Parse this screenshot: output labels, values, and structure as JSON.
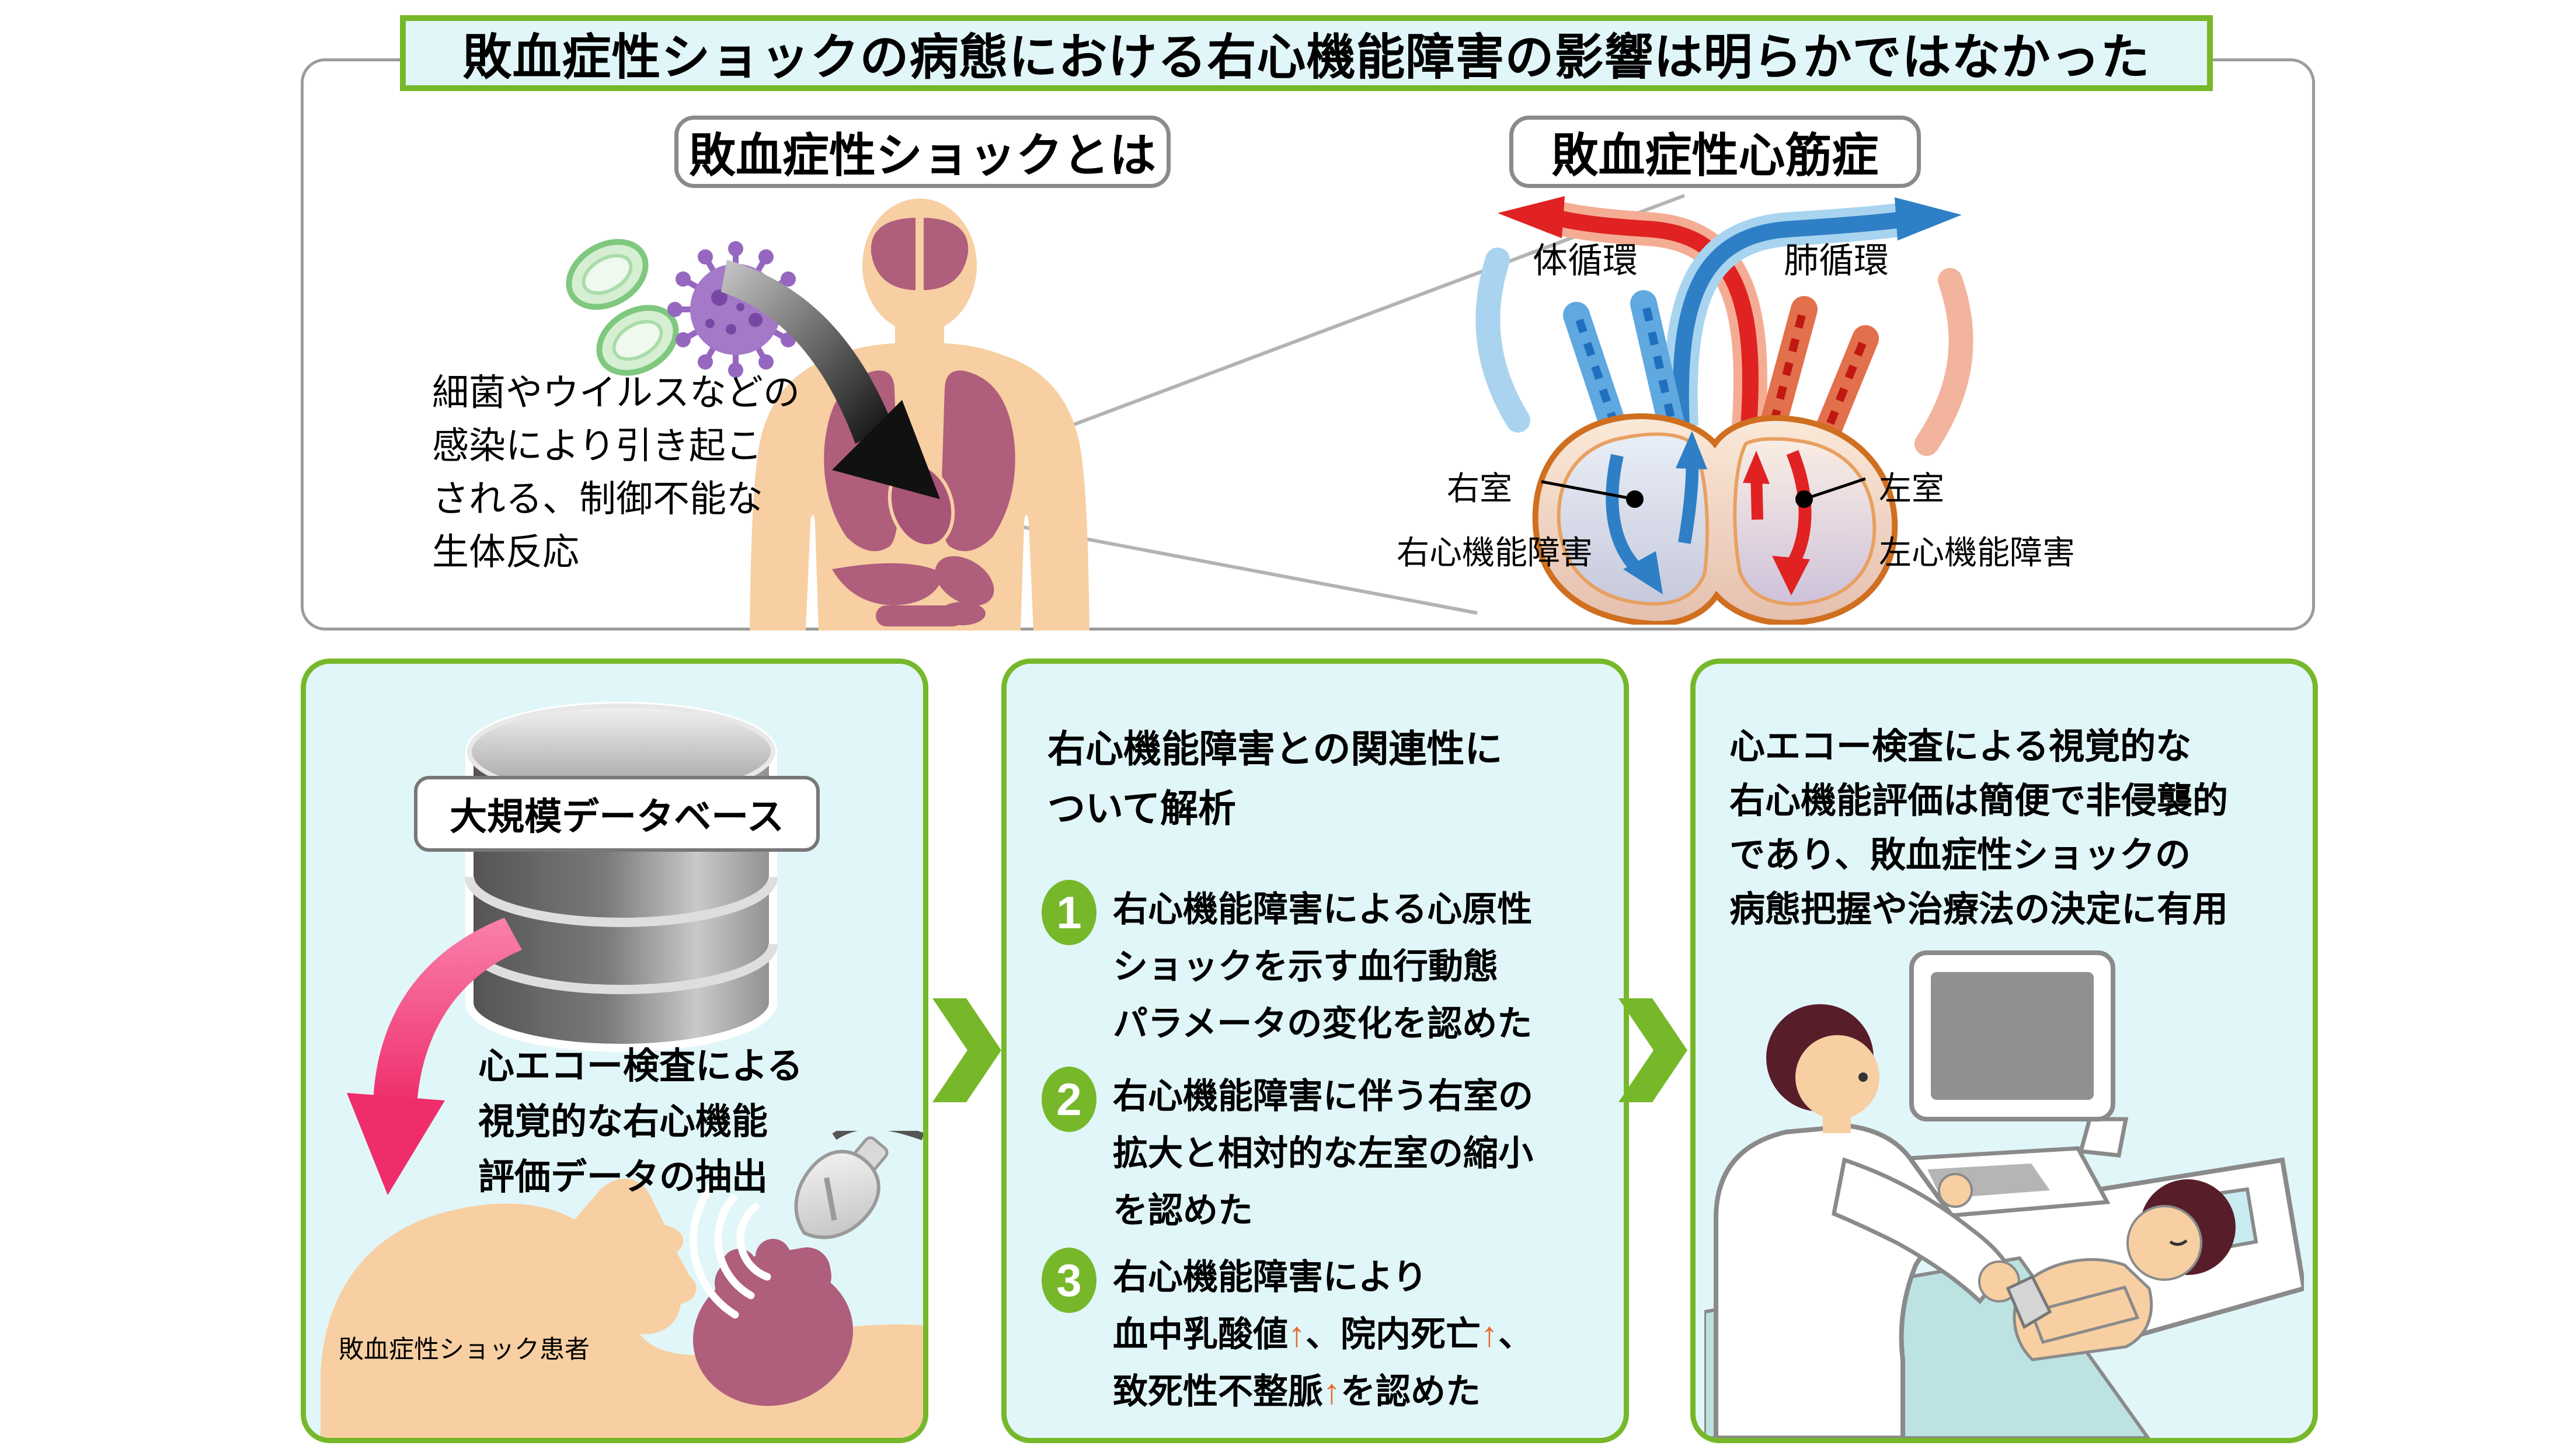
{
  "title": "敗血症性ショックの病態における右心機能障害の影響は明らかではなかった",
  "top_section": {
    "septic_shock_label": "敗血症性ショックとは",
    "cardiomyopathy_label": "敗血症性心筋症",
    "infection_caption": {
      "lines": [
        "細菌やウイルスなどの",
        "感染により引き起こ",
        "される、制御不能な",
        "生体反応"
      ]
    },
    "heart_diagram": {
      "systemic_label": "体循環",
      "pulmonary_label": "肺循環",
      "rv_label": "右室",
      "rv_dysfunction_label": "右心機能障害",
      "lv_label": "左室",
      "lv_dysfunction_label": "左心機能障害"
    }
  },
  "database_panel": {
    "db_label": "大規模データベース",
    "caption": {
      "lines": [
        "心エコー検査による",
        "視覚的な右心機能",
        "評価データの抽出"
      ]
    },
    "patient_label": "敗血症性ショック患者"
  },
  "analysis_panel": {
    "header": {
      "lines": [
        "右心機能障害との関連性に",
        "ついて解析"
      ]
    },
    "items": [
      {
        "num": "1",
        "lines": [
          "右心機能障害による心原性",
          "ショックを示す血行動態",
          "パラメータの変化を認めた"
        ]
      },
      {
        "num": "2",
        "lines": [
          "右心機能障害に伴う右室の",
          "拡大と相対的な左室の縮小",
          "を認めた"
        ]
      },
      {
        "num": "3",
        "line1": "右心機能障害により",
        "line2": {
          "s0": "血中乳酸値",
          "a0": "↑",
          "s1": "、院内死亡",
          "a1": "↑",
          "s2": "、"
        },
        "line3": {
          "s0": "致死性不整脈",
          "a0": "↑",
          "s1": "を認めた"
        }
      }
    ]
  },
  "conclusion_panel": {
    "lines": [
      "心エコー検査による視覚的な",
      "右心機能評価は簡便で非侵襲的",
      "であり、敗血症性ショックの",
      "病態把握や治療法の決定に有用"
    ]
  },
  "colors": {
    "accent_green": "#76B82A",
    "panel_cyan": "#E1F6F8",
    "border_gray": "#8A8A8A",
    "skin": "#F7CFA2",
    "organ_pink": "#AF5E7C",
    "arrow_pink": "#EF2D6B",
    "up_arrow_orange": "#E8682C",
    "blood_blue": "#2E7FC6",
    "blood_red": "#E02222"
  }
}
